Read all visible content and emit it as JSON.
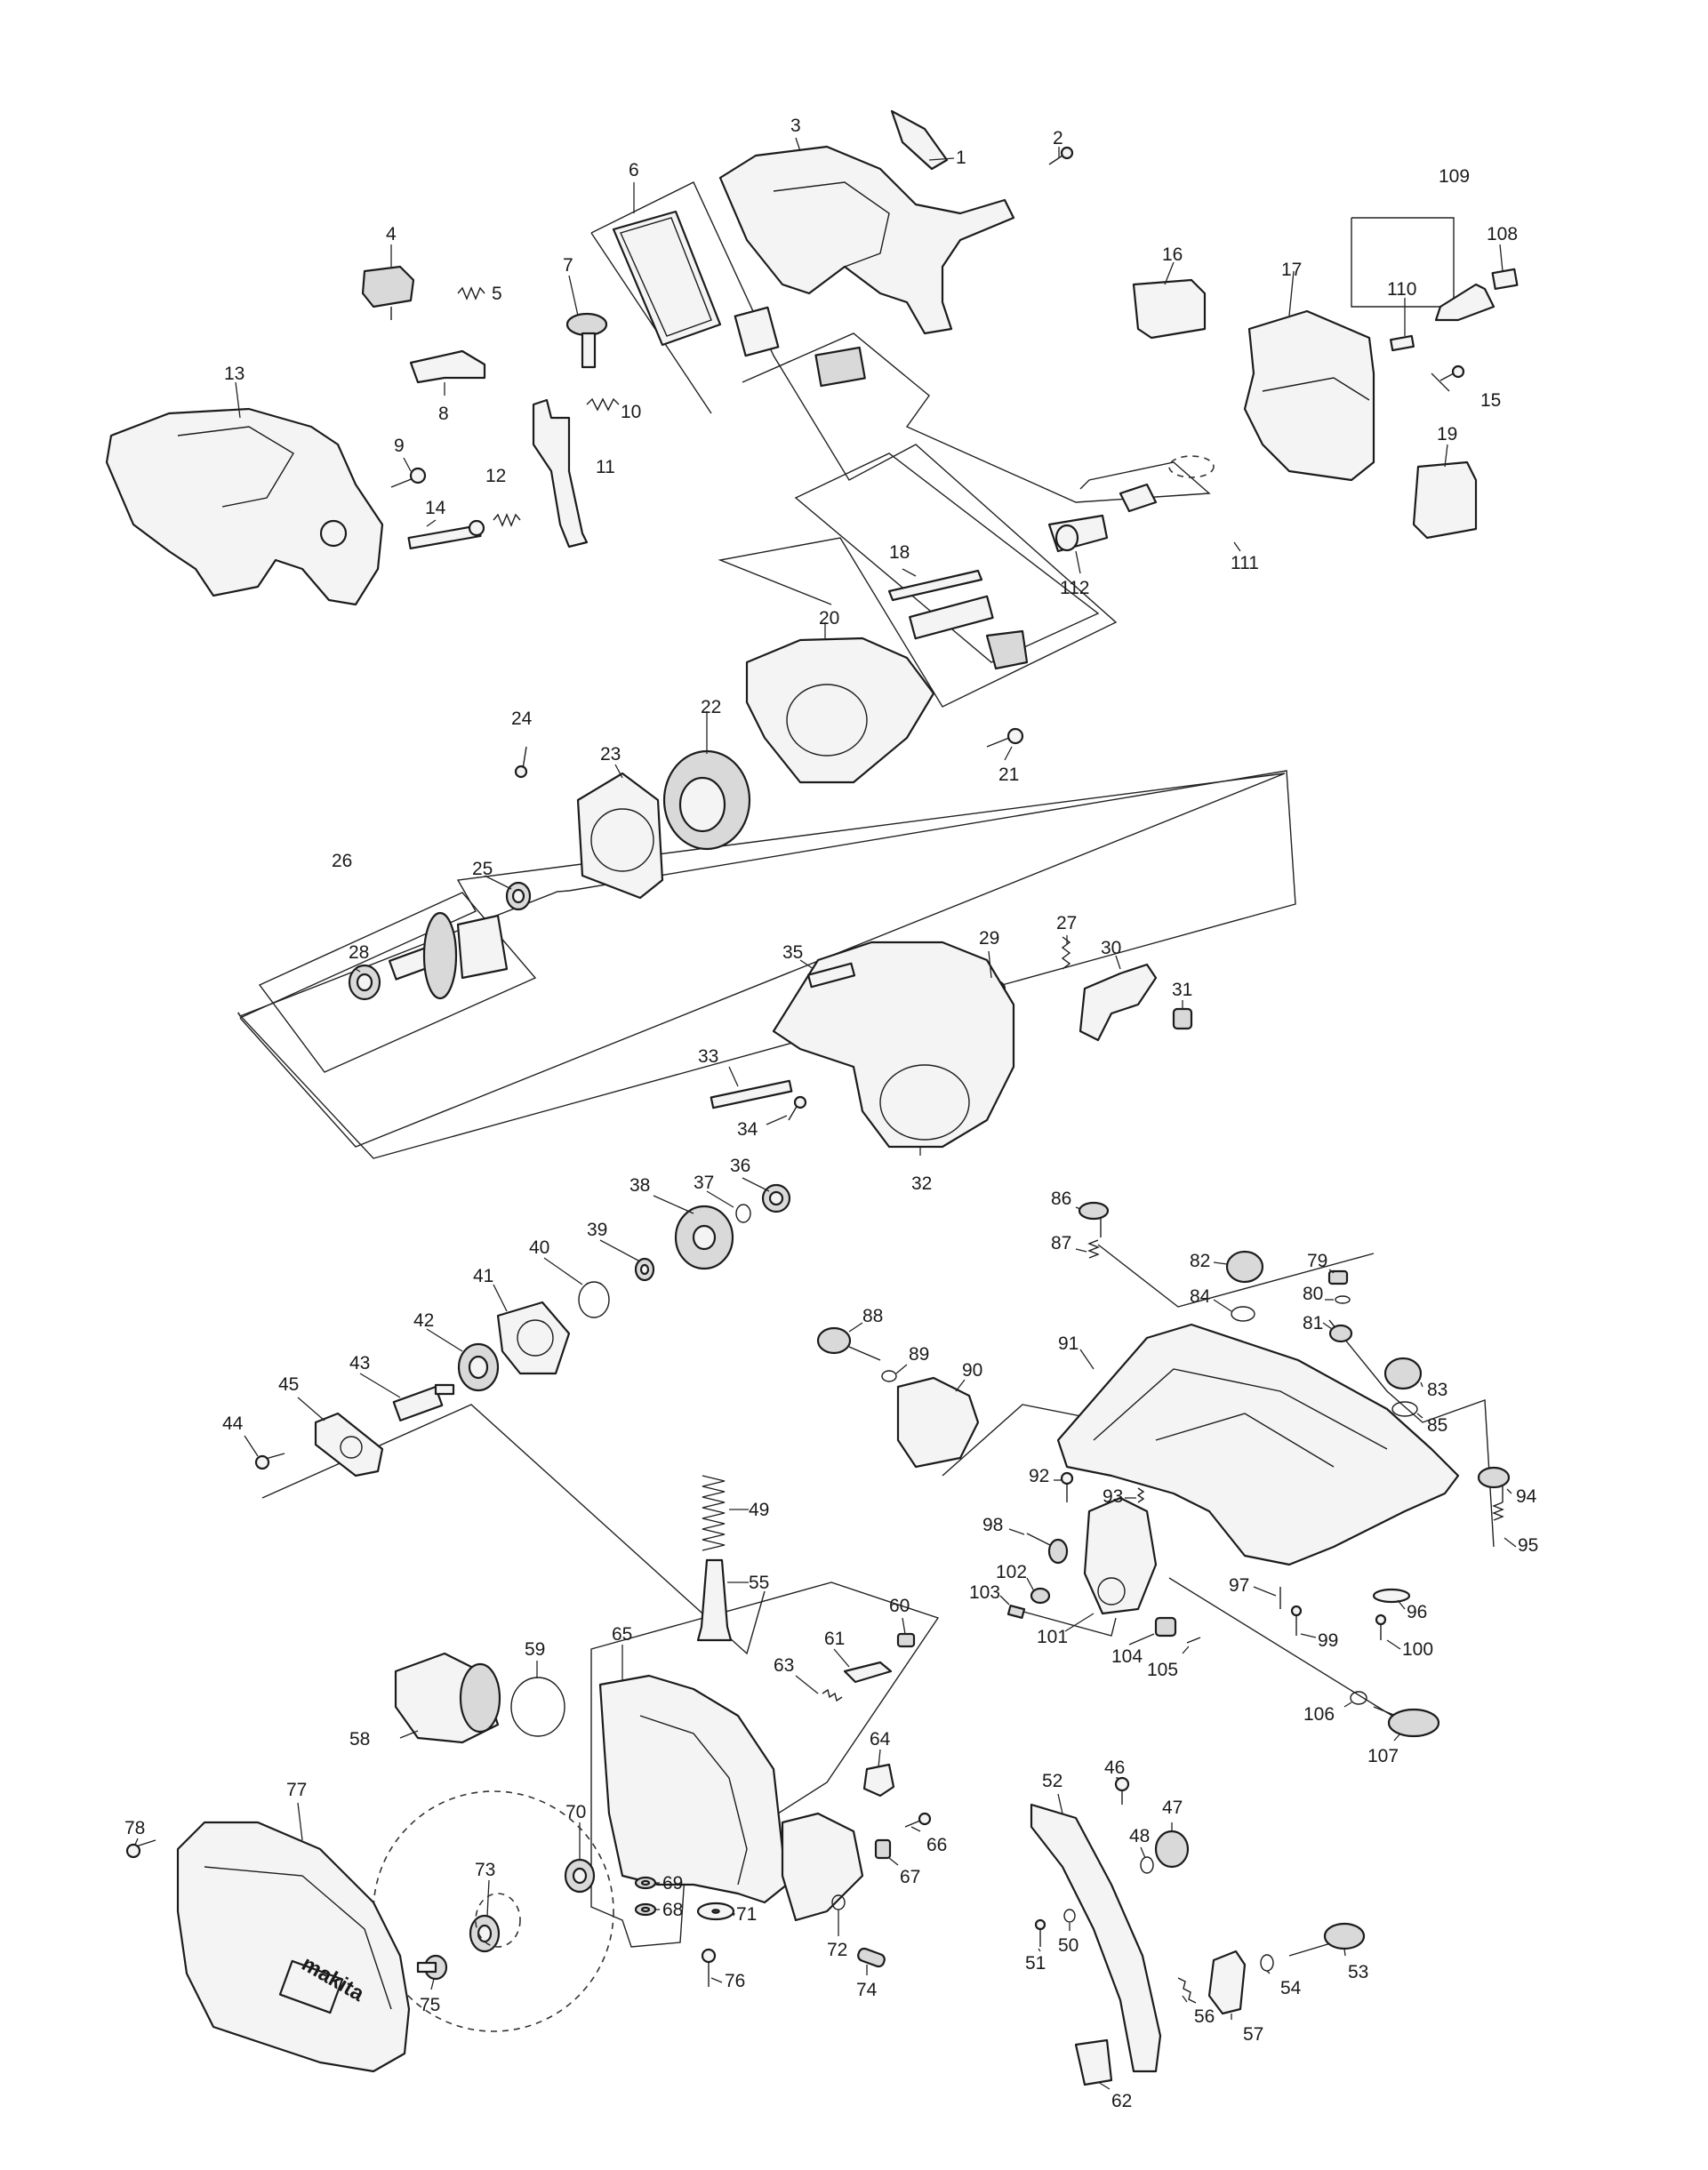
{
  "diagram": {
    "type": "exploded-parts-diagram",
    "part_labels": [
      "1",
      "2",
      "3",
      "4",
      "5",
      "6",
      "7",
      "8",
      "9",
      "10",
      "11",
      "12",
      "13",
      "14",
      "15",
      "16",
      "17",
      "18",
      "19",
      "20",
      "21",
      "22",
      "23",
      "24",
      "25",
      "26",
      "27",
      "28",
      "29",
      "30",
      "31",
      "32",
      "33",
      "34",
      "35",
      "36",
      "37",
      "38",
      "39",
      "40",
      "41",
      "42",
      "43",
      "44",
      "45",
      "46",
      "47",
      "48",
      "49",
      "50",
      "51",
      "52",
      "53",
      "54",
      "55",
      "56",
      "57",
      "58",
      "59",
      "60",
      "61",
      "62",
      "63",
      "64",
      "65",
      "66",
      "67",
      "68",
      "69",
      "70",
      "71",
      "72",
      "73",
      "74",
      "75",
      "76",
      "77",
      "78",
      "79",
      "80",
      "81",
      "82",
      "83",
      "84",
      "85",
      "86",
      "87",
      "88",
      "89",
      "90",
      "91",
      "92",
      "93",
      "94",
      "95",
      "96",
      "97",
      "98",
      "99",
      "100",
      "101",
      "102",
      "103",
      "104",
      "105",
      "106",
      "107",
      "108",
      "109",
      "110",
      "111",
      "112"
    ],
    "guard_brand_text": "makita",
    "colors": {
      "line": "#1c1c1c",
      "fill": "#f4f4f4",
      "background": "#ffffff"
    }
  }
}
